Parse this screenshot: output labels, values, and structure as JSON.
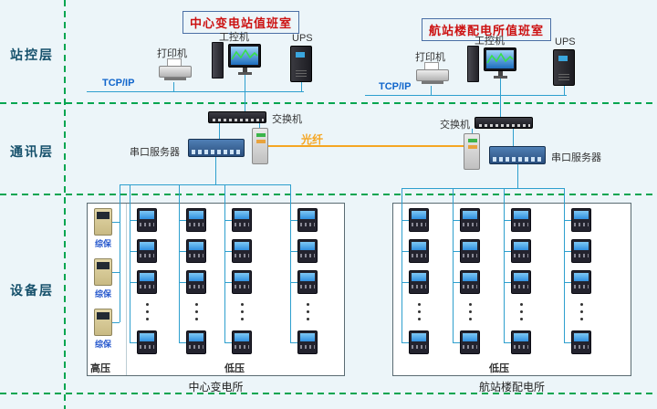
{
  "layers": [
    {
      "label": "站控层"
    },
    {
      "label": "通讯层"
    },
    {
      "label": "设备层"
    }
  ],
  "fiber_label": "光纤",
  "stations": [
    {
      "title": "中心变电站值班室",
      "devices": {
        "printer": "打印机",
        "computer": "工控机",
        "ups": "UPS"
      },
      "network_label": "TCP/IP",
      "switch_label": "交换机",
      "serial_server_label": "串口服务器",
      "panel": {
        "name": "中心变电所",
        "sections": [
          {
            "label": "高压"
          },
          {
            "label": "低压"
          }
        ],
        "relay_label": "综保",
        "relay_count": 3,
        "meter_columns": 4,
        "meter_rows": 4
      }
    },
    {
      "title": "航站楼配电所值班室",
      "devices": {
        "printer": "打印机",
        "computer": "工控机",
        "ups": "UPS"
      },
      "network_label": "TCP/IP",
      "switch_label": "交换机",
      "serial_server_label": "串口服务器",
      "panel": {
        "name": "航站楼配电所",
        "sections": [
          {
            "label": "低压"
          }
        ],
        "relay_label": "",
        "relay_count": 0,
        "meter_columns": 4,
        "meter_rows": 4
      }
    }
  ],
  "colors": {
    "wire": "#2e9fce",
    "fiber": "#f5a623",
    "layer_divider": "#00a550",
    "title_text": "#cc1111"
  }
}
